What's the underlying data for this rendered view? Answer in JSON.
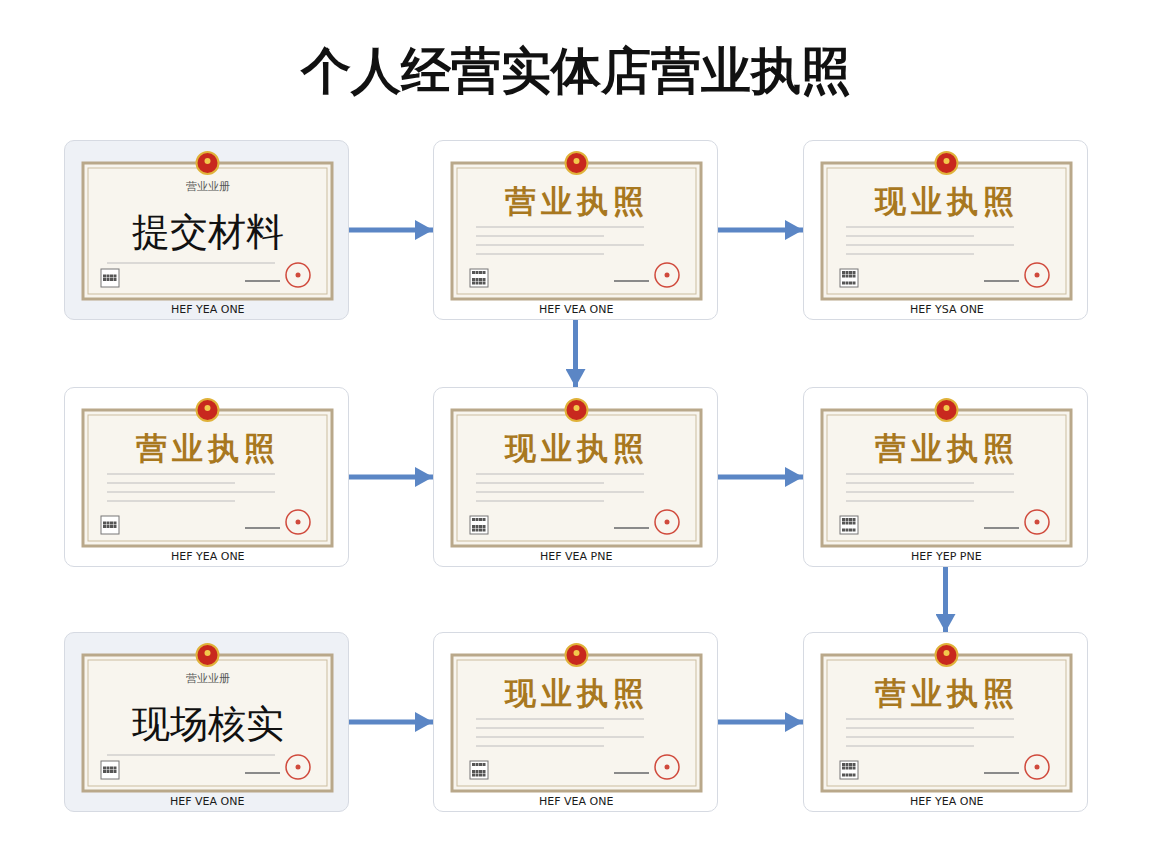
{
  "diagram": {
    "title": "个人经营实体店营业执照",
    "nodes": [
      {
        "text": [
          "营业业册",
          "提交材料",
          "HEF YEA ONE"
        ]
      },
      {
        "text": [
          "营业执照",
          "HEF VEA ONE"
        ]
      },
      {
        "text": [
          "现业执照",
          "HEF YSA ONE"
        ]
      },
      {
        "text": [
          "营业执照",
          "HEF YEA ONE"
        ]
      },
      {
        "text": [
          "现业执照",
          "HEF VEA PNE"
        ]
      },
      {
        "text": [
          "营业执照",
          "HEF YEP PNE"
        ]
      },
      {
        "text": [
          "营业业册",
          "现场核实",
          "HEF VEA ONE"
        ]
      },
      {
        "text": [
          "现业执照",
          "HEF VEA ONE"
        ]
      },
      {
        "text": [
          "营业执照",
          "HEF YEA ONE"
        ]
      }
    ],
    "edges": [
      {
        "from": 0,
        "to": 1,
        "arrow": "to"
      },
      {
        "from": 1,
        "to": 2,
        "arrow": "to"
      },
      {
        "from": 1,
        "to": 4,
        "arrow": "to"
      },
      {
        "from": 3,
        "to": 4,
        "arrow": "to"
      },
      {
        "from": 4,
        "to": 5,
        "arrow": "to"
      },
      {
        "from": 5,
        "to": 8,
        "arrow": "to"
      },
      {
        "from": 6,
        "to": 7,
        "arrow": "to"
      },
      {
        "from": 7,
        "to": 8,
        "arrow": "to"
      }
    ]
  }
}
